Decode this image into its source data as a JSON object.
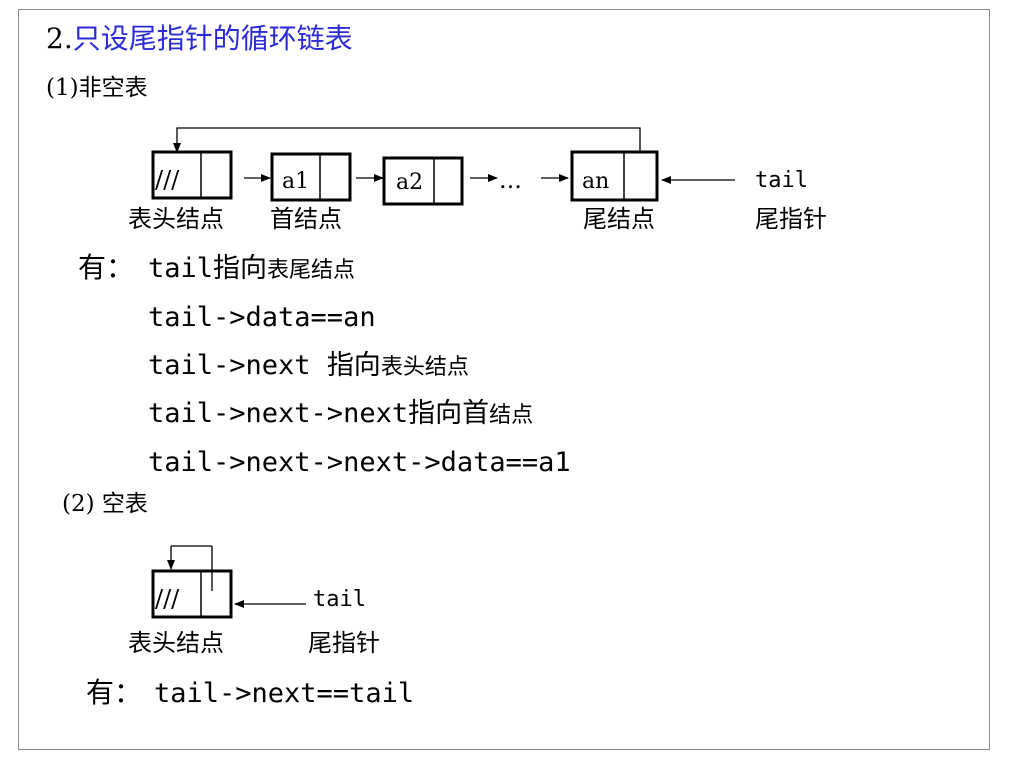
{
  "title": {
    "number": "2.",
    "text": "只设尾指针的循环链表"
  },
  "section1": {
    "heading": "(1)非空表",
    "nodes": [
      {
        "data": "///"
      },
      {
        "data": "a1"
      },
      {
        "data": "a2"
      },
      {
        "data": "an"
      }
    ],
    "ellipsis": "...",
    "tail_label": "tail",
    "labels": {
      "head": "表头结点",
      "first": "首结点",
      "last": "尾结点",
      "tail_ptr": "尾指针"
    },
    "have": "有：",
    "lines": [
      {
        "code": "tail",
        "cn_big": "指向",
        "cn_small": "表尾结点"
      },
      {
        "code": "tail->data==an",
        "cn_big": "",
        "cn_small": ""
      },
      {
        "code": "tail->next ",
        "cn_big": "指向",
        "cn_small": "表头结点"
      },
      {
        "code": "tail->next->next",
        "cn_big": "指向首",
        "cn_small": "结点"
      },
      {
        "code": "tail->next->next->data==a1",
        "cn_big": "",
        "cn_small": ""
      }
    ]
  },
  "section2": {
    "heading": "(2) 空表",
    "node_data": "///",
    "tail_label": "tail",
    "labels": {
      "head": "表头结点",
      "tail_ptr": "尾指针"
    },
    "have": "有：",
    "code": "tail->next==tail"
  }
}
